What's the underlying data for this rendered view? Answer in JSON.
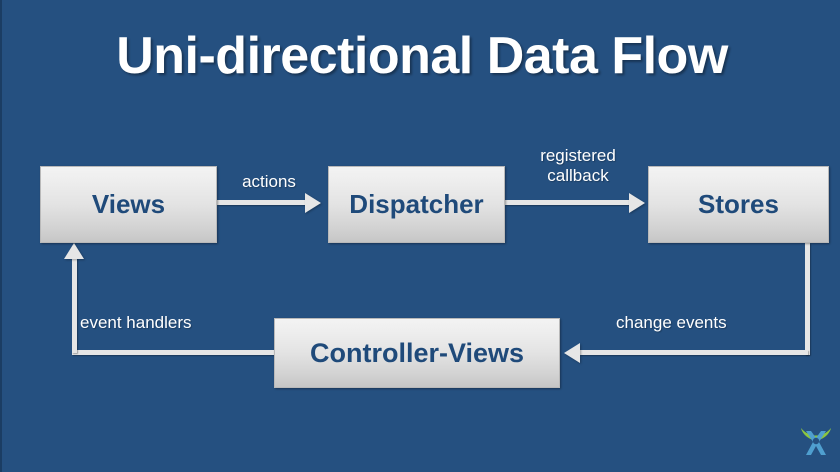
{
  "slide": {
    "title": "Uni-directional Data Flow",
    "background_color": "#255080",
    "box_text_color": "#1f4a7a",
    "line_color": "#e6e6e6",
    "label_color": "#ffffff"
  },
  "diagram": {
    "type": "flow-diagram",
    "nodes": [
      {
        "id": "views",
        "label": "Views"
      },
      {
        "id": "dispatcher",
        "label": "Dispatcher"
      },
      {
        "id": "stores",
        "label": "Stores"
      },
      {
        "id": "controller",
        "label": "Controller-Views"
      }
    ],
    "edges": [
      {
        "from": "views",
        "to": "dispatcher",
        "label": "actions"
      },
      {
        "from": "dispatcher",
        "to": "stores",
        "label": "registered\ncallback"
      },
      {
        "from": "stores",
        "to": "controller",
        "label": "change events"
      },
      {
        "from": "controller",
        "to": "views",
        "label": "event handlers"
      }
    ]
  },
  "logo": {
    "name": "person-lifting-arc-logo",
    "figure_color": "#4f9fcf",
    "arc_color": "#8cc63f"
  }
}
